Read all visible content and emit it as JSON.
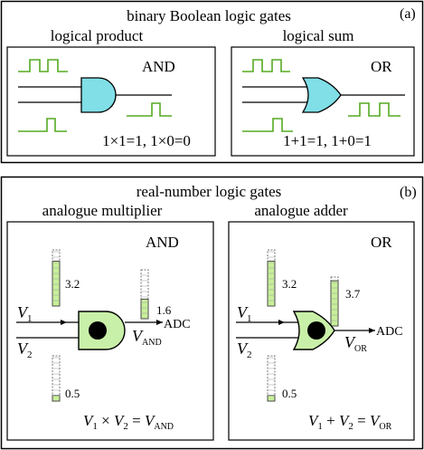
{
  "panel_a": {
    "label": "(a)",
    "title": "binary Boolean logic gates",
    "left": {
      "heading": "logical product",
      "gate_name": "AND",
      "equation": "1×1=1, 1×0=0"
    },
    "right": {
      "heading": "logical sum",
      "gate_name": "OR",
      "equation": "1+1=1, 1+0=1"
    }
  },
  "panel_b": {
    "label": "(b)",
    "title": "real-number logic gates",
    "left": {
      "heading": "analogue multiplier",
      "gate_name": "AND",
      "v1": "V",
      "v1_sub": "1",
      "v2": "V",
      "v2_sub": "2",
      "in1_value": 3.2,
      "in1_label": "3.2",
      "in2_value": 0.5,
      "in2_label": "0.5",
      "out_value": 1.6,
      "out_label": "1.6",
      "out_var": "V",
      "out_sub": "AND",
      "adc": "ADC",
      "eq_v1": "V",
      "eq_v1_sub": "1",
      "eq_op": " × ",
      "eq_v2": "V",
      "eq_v2_sub": "2",
      "eq_eq": " = ",
      "eq_out": "V",
      "eq_out_sub": "AND"
    },
    "right": {
      "heading": "analogue adder",
      "gate_name": "OR",
      "v1": "V",
      "v1_sub": "1",
      "v2": "V",
      "v2_sub": "2",
      "in1_value": 3.2,
      "in1_label": "3.2",
      "in2_value": 0.5,
      "in2_label": "0.5",
      "out_value": 3.7,
      "out_label": "3.7",
      "out_var": "V",
      "out_sub": "OR",
      "adc": "ADC",
      "eq_v1": "V",
      "eq_v1_sub": "1",
      "eq_op": " + ",
      "eq_v2": "V",
      "eq_v2_sub": "2",
      "eq_eq": " = ",
      "eq_out": "V",
      "eq_out_sub": "OR"
    },
    "meter_max": 4
  },
  "colors": {
    "digital_gate_fill": "#80dfe7",
    "analog_gate_fill": "#c9f0a8",
    "meter_fill": "#c8ef9a",
    "pulse": "#55aa22",
    "line": "#000000"
  }
}
